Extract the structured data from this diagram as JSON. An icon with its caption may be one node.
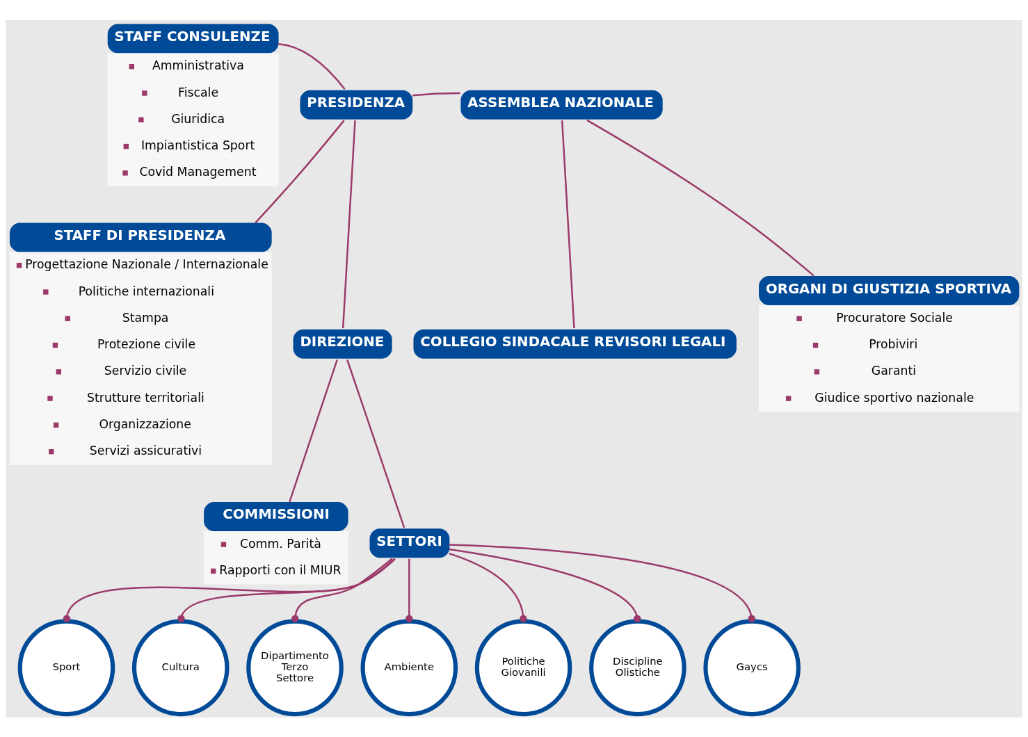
{
  "diagram": {
    "nodes": [
      {
        "text": [
          "STAFF CONSULENZE",
          "Amministrativa",
          "Fiscale",
          "Giuridica",
          "Impiantistica Sport",
          "Covid Management"
        ]
      },
      {
        "text": [
          "PRESIDENZA"
        ]
      },
      {
        "text": [
          "ASSEMBLEA NAZIONALE"
        ]
      },
      {
        "text": [
          "COLLEGIO SINDACALE REVISORI LEGALI"
        ]
      },
      {
        "text": [
          "STAFF DI PRESIDENZA",
          "Progettazione Nazionale / Internazionale",
          "Politiche internazionali",
          "Stampa",
          "Protezione civile",
          "Servizio civile",
          "Strutture territoriali",
          "Organizzazione",
          "Servizi assicurativi"
        ]
      },
      {
        "text": [
          "DIREZIONE"
        ]
      },
      {
        "text": [
          "ORGANI DI GIUSTIZIA SPORTIVA",
          "Procuratore Sociale",
          "Probiviri",
          "Garanti",
          "Giudice sportivo nazionale"
        ]
      },
      {
        "text": [
          "COMMISSIONI",
          "Comm. Parità",
          "Rapporti con il MIUR"
        ]
      },
      {
        "text": [
          "SETTORI"
        ]
      },
      {
        "text": [
          "Sport"
        ]
      },
      {
        "text": [
          "Cultura"
        ]
      },
      {
        "text": [
          "Dipartimento Terzo Settore"
        ]
      },
      {
        "text": [
          "Ambiente"
        ]
      },
      {
        "text": [
          "Politiche Giovanili"
        ]
      },
      {
        "text": [
          "Discipline Olistiche"
        ]
      },
      {
        "text": [
          "Gaycs"
        ]
      }
    ],
    "edges": [
      {
        "from": 1,
        "to": 0,
        "arrow": "none"
      },
      {
        "from": 1,
        "to": 2,
        "arrow": "none"
      },
      {
        "from": 2,
        "to": 3,
        "arrow": "none"
      },
      {
        "from": 1,
        "to": 4,
        "arrow": "none"
      },
      {
        "from": 1,
        "to": 5,
        "arrow": "none"
      },
      {
        "from": 2,
        "to": 6,
        "arrow": "none"
      },
      {
        "from": 5,
        "to": 7,
        "arrow": "none"
      },
      {
        "from": 5,
        "to": 8,
        "arrow": "none"
      },
      {
        "from": 8,
        "to": 9,
        "arrow": "other"
      },
      {
        "from": 8,
        "to": 10,
        "arrow": "other"
      },
      {
        "from": 8,
        "to": 11,
        "arrow": "other"
      },
      {
        "from": 8,
        "to": 12,
        "arrow": "other"
      },
      {
        "from": 8,
        "to": 13,
        "arrow": "other"
      },
      {
        "from": 8,
        "to": 14,
        "arrow": "other"
      },
      {
        "from": 8,
        "to": 15,
        "arrow": "other"
      }
    ]
  }
}
